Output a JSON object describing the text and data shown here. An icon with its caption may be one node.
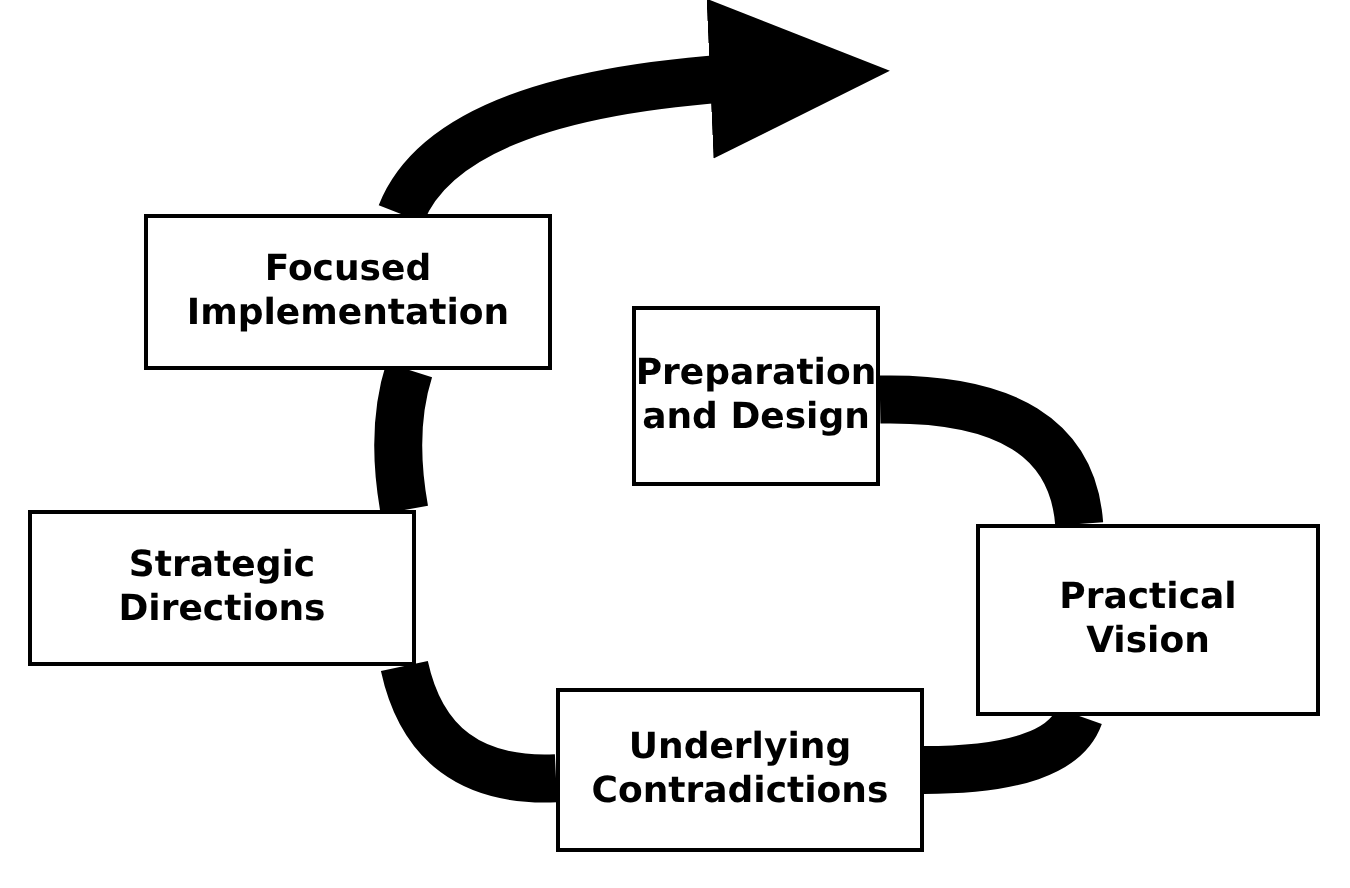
{
  "diagram": {
    "nodes": [
      {
        "text": [
          "Focused Implementation"
        ]
      },
      {
        "text": [
          "Preparation and Design"
        ]
      },
      {
        "text": [
          "Strategic Directions"
        ]
      },
      {
        "text": [
          "Practical Vision"
        ]
      },
      {
        "text": [
          "Underlying Contradictions"
        ]
      }
    ],
    "edges": [
      {
        "from": 1,
        "to": 3,
        "arrow": "none"
      },
      {
        "from": 3,
        "to": 4,
        "arrow": "none"
      },
      {
        "from": 4,
        "to": 2,
        "arrow": "none"
      },
      {
        "from": 2,
        "to": 0,
        "arrow": "none"
      },
      {
        "from": 0,
        "to": null,
        "arrow": "to"
      }
    ]
  }
}
